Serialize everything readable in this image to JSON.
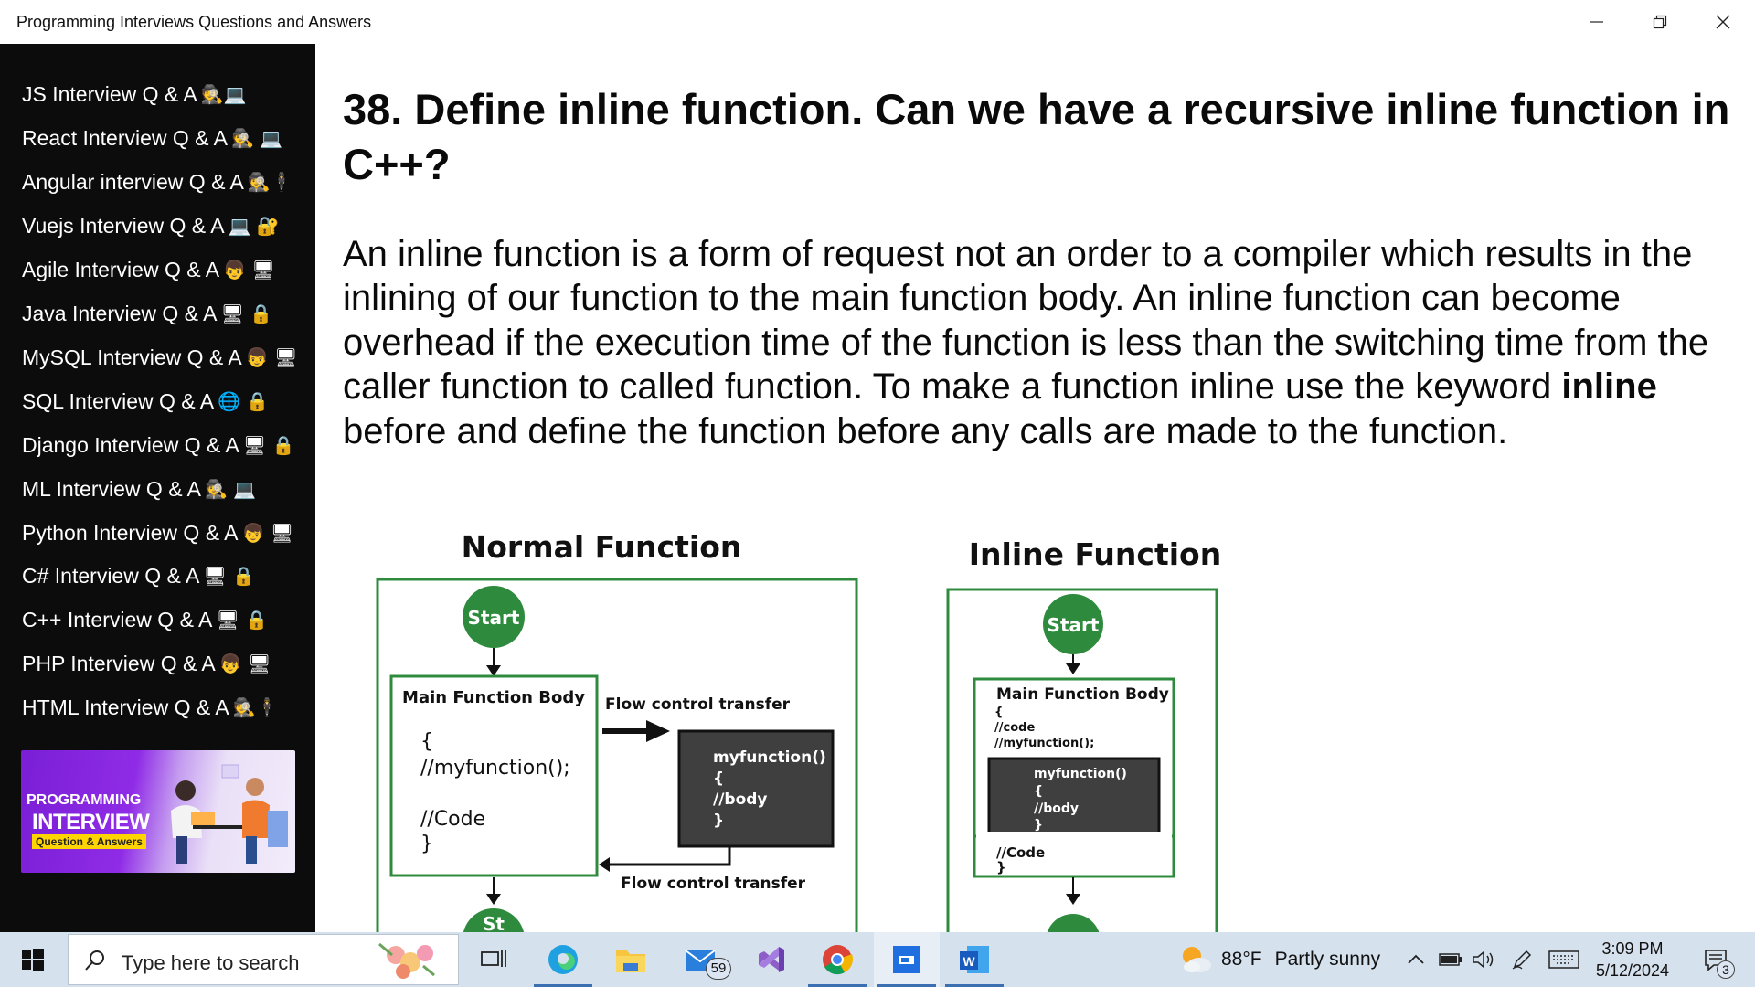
{
  "window": {
    "title": "Programming Interviews Questions and Answers"
  },
  "sidebar": {
    "items": [
      {
        "label": "JS Interview Q & A",
        "emoji": "🕵💻"
      },
      {
        "label": "React Interview Q & A",
        "emoji": "🕵 💻"
      },
      {
        "label": "Angular interview Q & A",
        "emoji": "🕵🕴"
      },
      {
        "label": "Vuejs Interview Q & A",
        "emoji": "💻 🔐"
      },
      {
        "label": "Agile Interview Q & A",
        "emoji": "👦 🖥"
      },
      {
        "label": "Java Interview Q & A",
        "emoji": "🖥 🔒"
      },
      {
        "label": "MySQL Interview Q & A",
        "emoji": "👦 🖥"
      },
      {
        "label": "SQL Interview Q & A",
        "emoji": "🌐 🔒"
      },
      {
        "label": "Django Interview Q & A",
        "emoji": "🖥 🔒"
      },
      {
        "label": "ML Interview Q & A",
        "emoji": "🕵 💻"
      },
      {
        "label": "Python Interview Q & A",
        "emoji": "👦 🖥"
      },
      {
        "label": "C# Interview Q & A",
        "emoji": "🖥 🔒"
      },
      {
        "label": "C++ Interview Q & A",
        "emoji": "🖥 🔒"
      },
      {
        "label": "PHP Interview Q & A",
        "emoji": "👦 🖥"
      },
      {
        "label": "HTML Interview Q & A",
        "emoji": "🕵🕴"
      }
    ],
    "banner": {
      "line1": "PROGRAMMING",
      "line2": "INTERVIEW",
      "line3": "Question & Answers"
    }
  },
  "main": {
    "heading": "38. Define inline function. Can we have a recursive inline function in C++?",
    "para_before": "An inline function is a form of request not an order to a compiler which results in the inlining of our function to the main function body. An inline function can become overhead if the execution time of the function is less than the switching time from the caller function to called function. To make a function inline use the keyword ",
    "para_bold": "inline",
    "para_after": " before and define the function before any calls are made to the function."
  },
  "diagram": {
    "normal": {
      "title": "Normal Function",
      "start": "Start",
      "body_title": "Main Function Body",
      "code_lines": [
        "{",
        " //myfunction();",
        "",
        "//Code",
        "}"
      ],
      "func_lines": [
        "myfunction()",
        "{",
        "//body",
        "}"
      ],
      "transfer_top": "Flow control transfer",
      "transfer_bottom": "Flow control transfer",
      "end_partial": "St"
    },
    "inline": {
      "title": "Inline Function",
      "start": "Start",
      "body_title": "Main Function Body",
      "code_top": [
        "{",
        "//code",
        "//myfunction();"
      ],
      "func_lines": [
        "myfunction()",
        "{",
        "//body",
        "}"
      ],
      "code_bottom": [
        "//Code",
        "}"
      ]
    },
    "colors": {
      "green": "#2e8b3e",
      "dark_box": "#3f3f3f"
    }
  },
  "taskbar": {
    "search_placeholder": "Type here to search",
    "mail_badge": "59",
    "weather_temp": "88°F",
    "weather_text": "Partly sunny",
    "time": "3:09 PM",
    "date": "5/12/2024",
    "notification_count": "3"
  }
}
